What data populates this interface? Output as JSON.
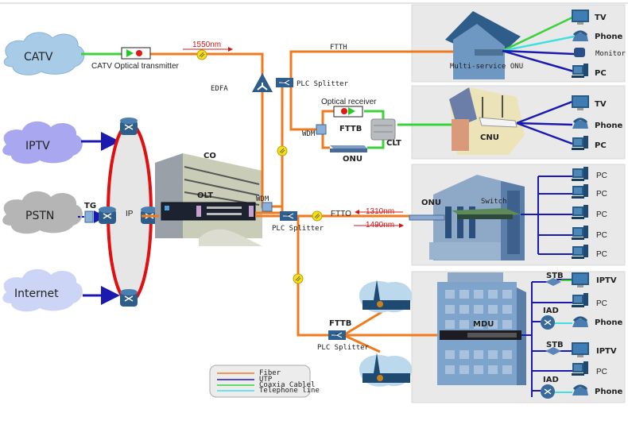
{
  "colors": {
    "fiber": "#f07a20",
    "utp": "#1a1ab0",
    "coax": "#3cd23c",
    "telephone": "#40e0e0",
    "ring": "#e01010",
    "cloud_blue": "#a8cbe8",
    "cloud_violet": "#a9a7ef",
    "cloud_gray": "#b5b5b5",
    "panel_bg": "#e9e9e9",
    "wavelength_label": "#d01818"
  },
  "sources": {
    "catv": "CATV",
    "iptv": "IPTV",
    "pstn": "PSTN",
    "internet": "Internet"
  },
  "core": {
    "tg_label": "TG",
    "ip_label": "IP",
    "co_label": "CO",
    "olt_label": "OLT",
    "wdm_label": "WDM",
    "edfa_label": "EDFA",
    "optical_transmitter_label": "CATV  Optical transmitter",
    "wavelength_1550": "1550nm"
  },
  "ftth": {
    "label": "FTTH",
    "splitter_label": "PLC Splitter",
    "onu_label": "Multi-service ONU",
    "devices": [
      "TV",
      "Phone",
      "Monitor",
      "PC"
    ]
  },
  "fttb_catv": {
    "receiver_label": "Optical receiver",
    "fttb_label": "FTTB",
    "wdm_label": "WDM",
    "onu_label": "ONU",
    "clt_label": "CLT",
    "house_onu_label": "CNU",
    "devices": [
      "TV",
      "Phone",
      "PC"
    ]
  },
  "ftto": {
    "label": "FTTO",
    "splitter_label": "PLC Splitter",
    "wavelength_up": "1310nm",
    "wavelength_down": "1490nm",
    "onu_label": "ONU",
    "switch_label": "Switch",
    "devices": [
      "PC",
      "PC",
      "PC",
      "PC",
      "PC"
    ]
  },
  "fttb_mdu": {
    "fttb_label": "FTTB",
    "splitter_label": "PLC Splitter",
    "mdu_label": "MDU",
    "groups": [
      {
        "stb": "STB",
        "iptv": "IPTV",
        "pc": "PC",
        "iad": "IAD",
        "phone": "Phone"
      },
      {
        "stb": "STB",
        "iptv": "IPTV",
        "pc": "PC",
        "iad": "IAD",
        "phone": "Phone"
      }
    ]
  },
  "legend": {
    "items": [
      {
        "label": "Fiber",
        "key": "fiber"
      },
      {
        "label": "UTP",
        "key": "utp"
      },
      {
        "label": "Coaxia Cablel",
        "key": "coax"
      },
      {
        "label": "Telephone line",
        "key": "telephone"
      }
    ]
  }
}
